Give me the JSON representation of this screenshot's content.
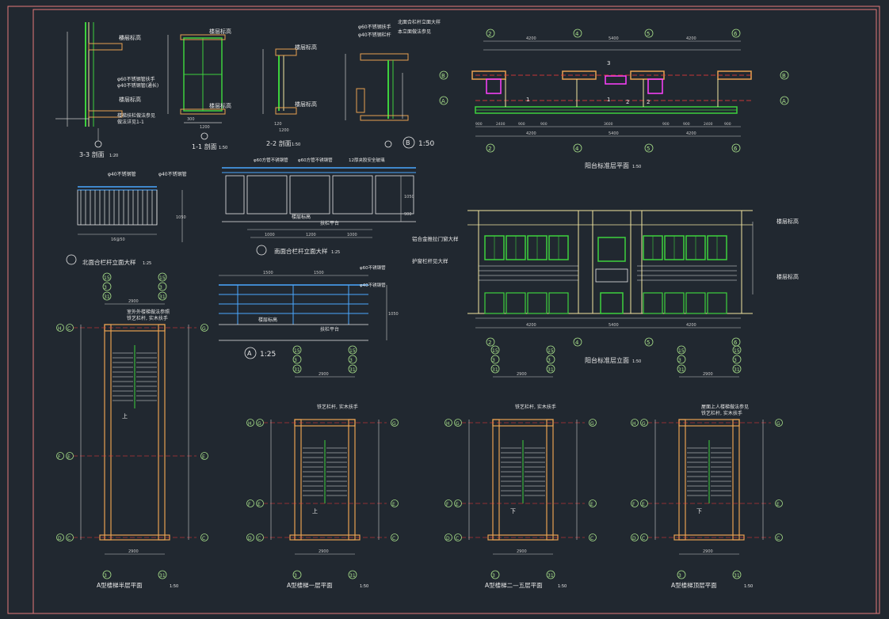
{
  "colors": {
    "background": "#212830",
    "frame": "#e57a7a",
    "wall": "#f2e6a0",
    "green": "#3dd13d",
    "label": "#e8e8e8",
    "dim": "#c8c8c8",
    "axis": "#a8e08a",
    "blue": "#4aa8ff",
    "magenta": "#ff40ff",
    "hatch": "#e8a050",
    "red": "#ff3b3b"
  },
  "sections": {
    "s33": {
      "title": "3-3 剖面",
      "scale": "1:20",
      "labels": [
        "楼层标高",
        "φ60不锈钢管扶手",
        "φ40不锈钢管(通长)",
        "楼层标高",
        "楼梯扶栏做法参见",
        "做法详见1-1"
      ]
    },
    "s11": {
      "title": "1-1 剖面",
      "scale": "1:50",
      "labels": [
        "楼层标高",
        "楼层标高"
      ],
      "dims": [
        "300",
        "1200"
      ]
    },
    "s22": {
      "title": "2-2 剖面",
      "scale": "1:50",
      "labels": [
        "楼层标高",
        "楼层标高"
      ],
      "dims": [
        "120",
        "1200"
      ]
    },
    "sB": {
      "title": "B",
      "scale": "1:50",
      "labels": [
        "φ60不锈钢扶手",
        "φ40不锈钢栏杆",
        "北面合栏杆立面大样",
        "本立面做法参见"
      ]
    }
  },
  "balcony_plan": {
    "title": "阳台标准层平面",
    "scale": "1:50",
    "axes_top": [
      "2",
      "4",
      "5",
      "6"
    ],
    "axes_side": [
      "B",
      "A"
    ],
    "dims_top": [
      "4200",
      "5400",
      "4200"
    ],
    "dims_sub": [
      "900",
      "2400",
      "900",
      "900",
      "3600",
      "900",
      "900",
      "2400",
      "900"
    ],
    "dims_bottom": [
      "4200",
      "5400",
      "4200"
    ],
    "tags": [
      "1",
      "2",
      "3",
      "1",
      "2"
    ]
  },
  "balcony_elev": {
    "title": "阳台标准层立面",
    "scale": "1:50",
    "axes": [
      "2",
      "4",
      "5",
      "6"
    ],
    "dims": [
      "4200",
      "5400",
      "4200"
    ],
    "labels": [
      "铝合金推拉门窗大样",
      "护窗栏杆见大样",
      "楼层标高",
      "楼层标高"
    ]
  },
  "railing_c": {
    "title": "北面合栏杆立面大样",
    "scale": "1:25",
    "labels": [
      "φ40不锈钢管",
      "φ40不锈钢管"
    ],
    "dims": [
      "1050",
      "16@50"
    ]
  },
  "railing_d": {
    "title": "南面合栏杆立面大样",
    "scale": "1:25",
    "labels": [
      "φ60方管不锈钢管",
      "φ60方管不锈钢管",
      "12厚夹胶安全玻璃",
      "楼层标高",
      "扶栏平台"
    ],
    "dims": [
      "1000",
      "1200",
      "1000",
      "1050",
      "900"
    ]
  },
  "railing_a": {
    "title": "A",
    "scale": "1:25",
    "labels": [
      "φ60不锈钢管",
      "φ40不锈钢管",
      "楼层标高",
      "扶栏平台"
    ],
    "dims": [
      "1500",
      "1500",
      "1050"
    ]
  },
  "stairs": [
    {
      "title": "A型楼梯半层平面",
      "scale": "1:50",
      "top_axes": [
        "15",
        "3",
        "31"
      ],
      "dim": "2900",
      "side_left": [
        "H",
        "C",
        "F",
        "E",
        "D",
        "C"
      ],
      "side_right": [
        "G",
        "E",
        "C"
      ],
      "notes": [
        "室外外楼梯做法参照",
        "铁艺栏杆, 实木扶手"
      ],
      "arrow": "上"
    },
    {
      "title": "A型楼梯一层平面",
      "scale": "1:50",
      "top_axes": [
        "15",
        "3",
        "31"
      ],
      "dim": "2900",
      "side_left": [
        "H",
        "G",
        "F",
        "E",
        "D",
        "C"
      ],
      "side_right": [
        "G",
        "E",
        "C"
      ],
      "notes": [
        "铁艺栏杆, 实木扶手"
      ],
      "arrow": "上"
    },
    {
      "title": "A型楼梯二—五层平面",
      "scale": "1:50",
      "top_axes": [
        "15",
        "3",
        "31"
      ],
      "dim": "2900",
      "side_left": [
        "H",
        "G",
        "F",
        "E",
        "D",
        "C"
      ],
      "side_right": [
        "G",
        "E",
        "C"
      ],
      "notes": [
        "铁艺栏杆, 实木扶手"
      ],
      "arrow": "下"
    },
    {
      "title": "A型楼梯顶层平面",
      "scale": "1:50",
      "top_axes": [
        "15",
        "3",
        "31"
      ],
      "dim": "2900",
      "side_left": [
        "H",
        "G",
        "F",
        "E",
        "D",
        "C"
      ],
      "side_right": [
        "G",
        "E",
        "C"
      ],
      "notes": [
        "屋面上人楼梯做法参见",
        "铁艺栏杆, 实木扶手"
      ],
      "arrow": "下"
    }
  ]
}
